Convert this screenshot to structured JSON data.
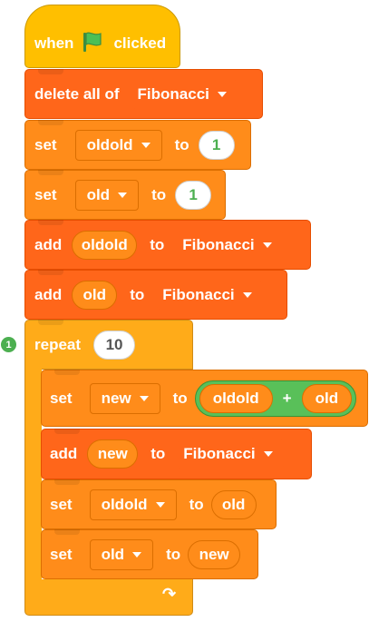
{
  "script": {
    "hat": {
      "label_when": "when",
      "label_clicked": "clicked"
    },
    "delete_all": {
      "label": "delete all of",
      "list": "Fibonacci"
    },
    "set1": {
      "label": "set",
      "var": "oldold",
      "to": "to",
      "value": "1"
    },
    "set2": {
      "label": "set",
      "var": "old",
      "to": "to",
      "value": "1"
    },
    "add1": {
      "label": "add",
      "reporter": "oldold",
      "to": "to",
      "list": "Fibonacci"
    },
    "add2": {
      "label": "add",
      "reporter": "old",
      "to": "to",
      "list": "Fibonacci"
    },
    "repeat": {
      "label": "repeat",
      "count": "10",
      "step_badge": "1"
    },
    "inner": {
      "set_new": {
        "label": "set",
        "var": "new",
        "to": "to",
        "left": "oldold",
        "op": "+",
        "right": "old"
      },
      "add_new": {
        "label": "add",
        "reporter": "new",
        "to": "to",
        "list": "Fibonacci"
      },
      "set_oldold": {
        "label": "set",
        "var": "oldold",
        "to": "to",
        "reporter": "old"
      },
      "set_old": {
        "label": "set",
        "var": "old",
        "to": "to",
        "reporter": "new"
      }
    }
  },
  "colors": {
    "events": "#FFBF00",
    "variables": "#FF8C1A",
    "lists": "#FF661A",
    "control": "#FFAB19",
    "operators": "#59C059"
  },
  "icons": {
    "flag": "green-flag-icon",
    "loop": "loop-arrow-icon",
    "dropdown": "dropdown-caret-icon"
  }
}
